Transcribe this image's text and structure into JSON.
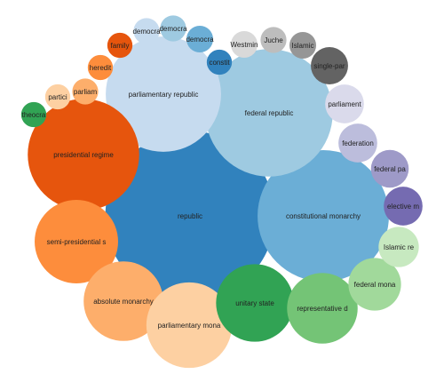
{
  "chart_data": {
    "type": "bubble",
    "title": "",
    "nodes": [
      {
        "label": "republic",
        "value": 72.6,
        "color": "#3182bd"
      },
      {
        "label": "constitutional monarchy",
        "value": 43.6,
        "color": "#6baed6"
      },
      {
        "label": "federal republic",
        "value": 41.0,
        "color": "#9ecae1"
      },
      {
        "label": "parliamentary republic",
        "value": 33.6,
        "color": "#c6dbef"
      },
      {
        "label": "presidential regime",
        "value": 31.4,
        "color": "#e6550d"
      },
      {
        "label": "semi-presidential s",
        "value": 17.6,
        "color": "#fd8d3c"
      },
      {
        "label": "absolute monarchy",
        "value": 16.0,
        "color": "#fdae6b"
      },
      {
        "label": "parliamentary mona",
        "value": 18.5,
        "color": "#fdd0a2"
      },
      {
        "label": "unitary state",
        "value": 15.2,
        "color": "#31a354"
      },
      {
        "label": "representative d",
        "value": 12.6,
        "color": "#74c476"
      },
      {
        "label": "federal mona",
        "value": 7.0,
        "color": "#a1d99b"
      },
      {
        "label": "Islamic re",
        "value": 4.1,
        "color": "#c7e9c0"
      },
      {
        "label": "elective m",
        "value": 3.8,
        "color": "#756bb1"
      },
      {
        "label": "federal pa",
        "value": 3.6,
        "color": "#9e9ac8"
      },
      {
        "label": "federation",
        "value": 3.8,
        "color": "#bcbddc"
      },
      {
        "label": "parliament",
        "value": 3.8,
        "color": "#dadaeb"
      },
      {
        "label": "single-par",
        "value": 3.5,
        "color": "#636363"
      },
      {
        "label": "Islamic",
        "value": 1.8,
        "color": "#969696"
      },
      {
        "label": "Juche",
        "value": 1.7,
        "color": "#bdbdbd"
      },
      {
        "label": "Westmin",
        "value": 1.8,
        "color": "#d9d9d9"
      },
      {
        "label": "constit",
        "value": 1.6,
        "color": "#3182bd"
      },
      {
        "label": "democra",
        "value": 1.8,
        "color": "#6baed6"
      },
      {
        "label": "democra",
        "value": 1.7,
        "color": "#9ecae1"
      },
      {
        "label": "democra",
        "value": 1.7,
        "color": "#c6dbef"
      },
      {
        "label": "family",
        "value": 1.6,
        "color": "#e6550d"
      },
      {
        "label": "heredit",
        "value": 1.6,
        "color": "#fd8d3c"
      },
      {
        "label": "parliam",
        "value": 1.7,
        "color": "#fdae6b"
      },
      {
        "label": "partici",
        "value": 1.6,
        "color": "#fdd0a2"
      },
      {
        "label": "theocra",
        "value": 1.6,
        "color": "#31a354"
      }
    ]
  }
}
